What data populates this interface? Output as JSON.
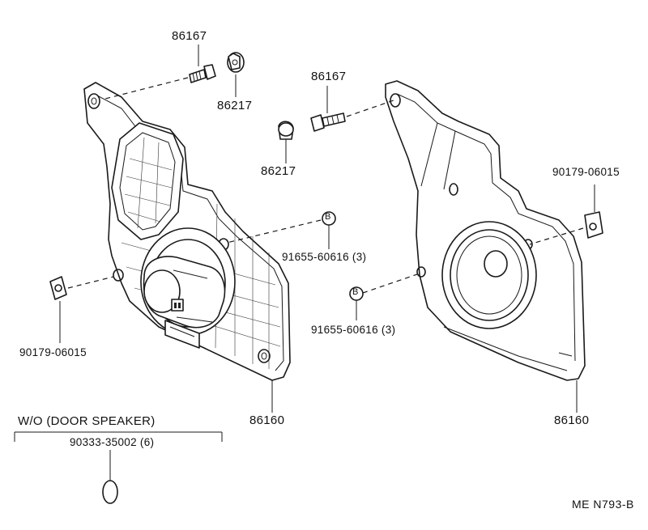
{
  "labels": {
    "screw_left": "86167",
    "clip_left": "86217",
    "screw_right": "86167",
    "clip_center": "86217",
    "nut_right": "90179-06015",
    "nut_left": "90179-06015",
    "rivet_left": "91655-60616 (3)",
    "rivet_right": "91655-60616 (3)",
    "rivet_marker_left": "B",
    "rivet_marker_right": "B",
    "bracket_left": "86160",
    "bracket_right": "86160",
    "variant_title": "W/O (DOOR SPEAKER)",
    "plug_part": "90333-35002 (6)",
    "drawing_code": "ME  N793-B"
  }
}
